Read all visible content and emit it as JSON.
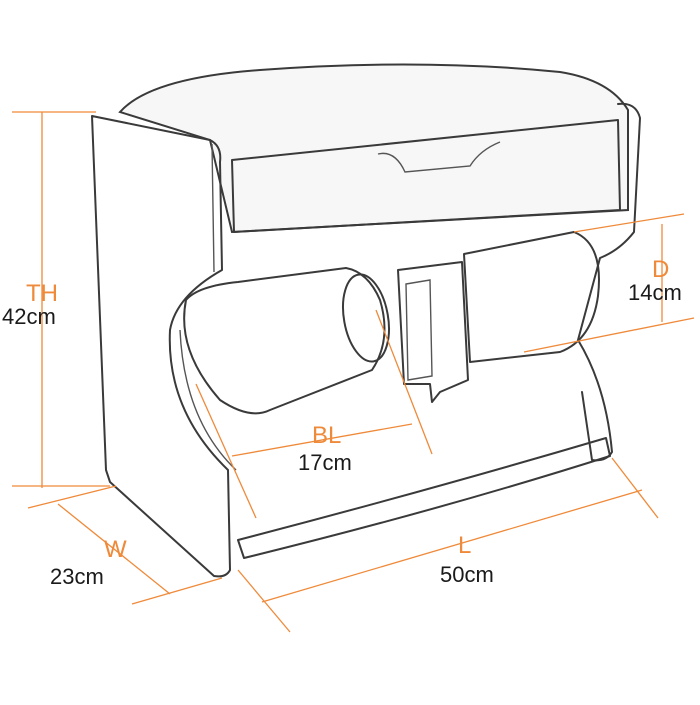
{
  "dimensions": {
    "height": {
      "code": "TH",
      "value": "42cm"
    },
    "depth_roller": {
      "code": "D",
      "value": "14cm"
    },
    "brush_length": {
      "code": "BL",
      "value": "17cm"
    },
    "width": {
      "code": "W",
      "value": "23cm"
    },
    "length": {
      "code": "L",
      "value": "50cm"
    }
  },
  "colors": {
    "dimension_line": "#ef8a3a",
    "outline": "#3a3a3a",
    "text": "#1a1a1a"
  }
}
